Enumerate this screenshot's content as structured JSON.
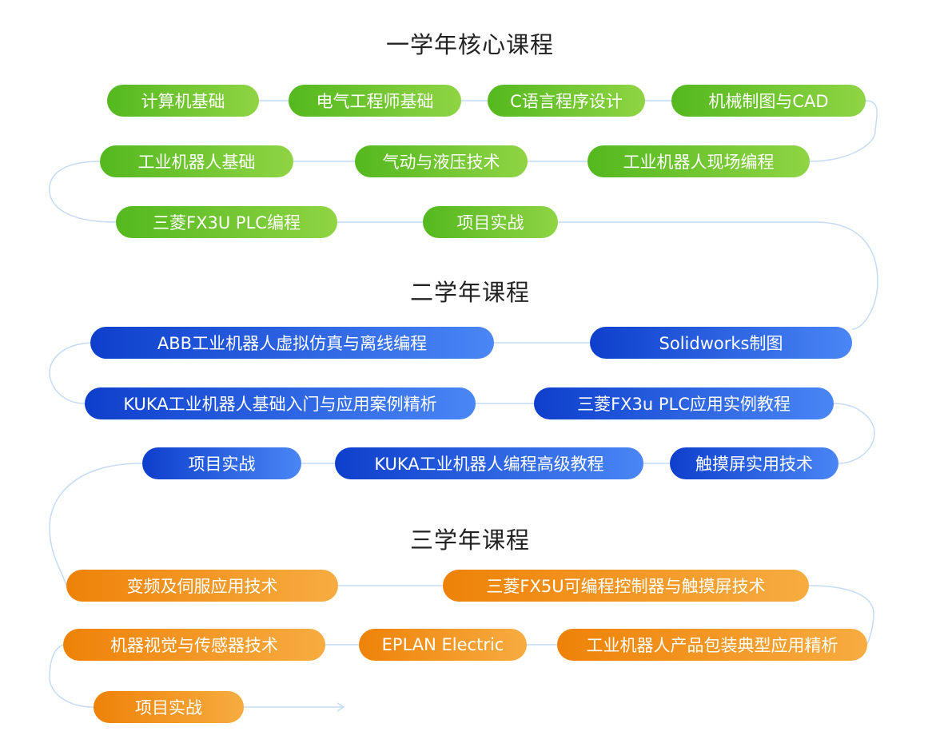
{
  "sections": {
    "year1": {
      "title": "一学年核心课程",
      "courses": [
        "计算机基础",
        "电气工程师基础",
        "C语言程序设计",
        "机械制图与CAD",
        "工业机器人基础",
        "气动与液压技术",
        "工业机器人现场编程",
        "三菱FX3U PLC编程",
        "项目实战"
      ]
    },
    "year2": {
      "title": "二学年课程",
      "courses": [
        "ABB工业机器人虚拟仿真与离线编程",
        "Solidworks制图",
        "KUKA工业机器人基础入门与应用案例精析",
        "三菱FX3u PLC应用实例教程",
        "项目实战",
        "KUKA工业机器人编程高级教程",
        "触摸屏实用技术"
      ]
    },
    "year3": {
      "title": "三学年课程",
      "courses": [
        "变频及伺服应用技术",
        "三菱FX5U可编程控制器与触摸屏技术",
        "机器视觉与传感器技术",
        "EPLAN Electric",
        "工业机器人产品包装典型应用精析",
        "项目实战"
      ]
    }
  },
  "colors": {
    "year1": [
      "#54b81e",
      "#8fd444"
    ],
    "year2": [
      "#0e3fcc",
      "#4a86f5"
    ],
    "year3": [
      "#ee8208",
      "#f7ac41"
    ],
    "connector": "#c5dbf6"
  }
}
